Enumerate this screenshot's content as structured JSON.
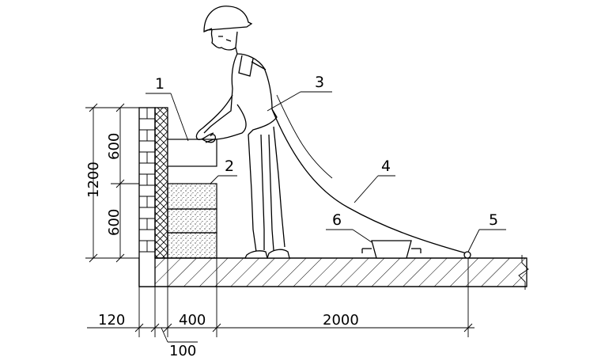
{
  "callouts": {
    "c1": "1",
    "c2": "2",
    "c3": "3",
    "c4": "4",
    "c5": "5",
    "c6": "6"
  },
  "dimensions": {
    "total_height": "1200",
    "upper_height": "600",
    "lower_height": "600",
    "wall_thickness": "120",
    "insulation_thickness": "100",
    "stack_width": "400",
    "distance": "2000"
  }
}
